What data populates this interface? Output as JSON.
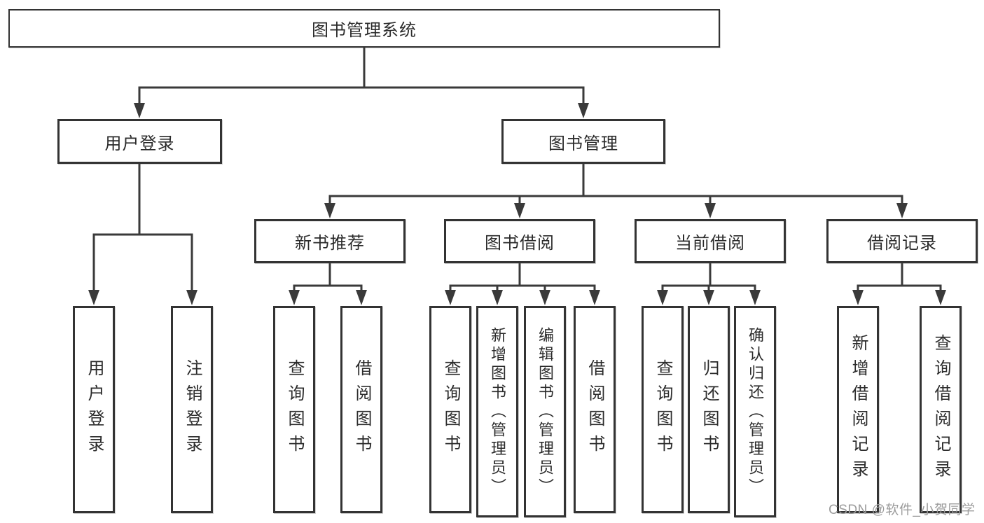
{
  "diagram_title": "图书管理系统",
  "nodes": {
    "root": {
      "label": "图书管理系统"
    },
    "user_login": {
      "label": "用户登录"
    },
    "book_mgmt": {
      "label": "图书管理"
    },
    "new_book_rec": {
      "label": "新书推荐"
    },
    "book_borrow": {
      "label": "图书借阅"
    },
    "current_borrow": {
      "label": "当前借阅"
    },
    "borrow_records": {
      "label": "借阅记录"
    },
    "leaf_user_login": {
      "label": "用户登录"
    },
    "leaf_logout": {
      "label": "注销登录"
    },
    "leaf_query_book_1": {
      "label": "查询图书"
    },
    "leaf_borrow_book_1": {
      "label": "借阅图书"
    },
    "leaf_query_book_2": {
      "label": "查询图书"
    },
    "leaf_add_book": {
      "label": "新增图书（管理员）"
    },
    "leaf_edit_book": {
      "label": "编辑图书（管理员）"
    },
    "leaf_borrow_book_2": {
      "label": "借阅图书"
    },
    "leaf_query_book_3": {
      "label": "查询图书"
    },
    "leaf_return_book": {
      "label": "归还图书"
    },
    "leaf_confirm_return": {
      "label": "确认归还（管理员）"
    },
    "leaf_add_record": {
      "label": "新增借阅记录"
    },
    "leaf_query_record": {
      "label": "查询借阅记录"
    }
  },
  "watermark": {
    "text": "CSDN @软件_小贺同学"
  },
  "colors": {
    "line": "#3a3a3a",
    "box_border": "#333333",
    "box_fill": "#ffffff",
    "text": "#2b2b2b",
    "watermark": "#9c9c9c",
    "background": "#ffffff"
  }
}
